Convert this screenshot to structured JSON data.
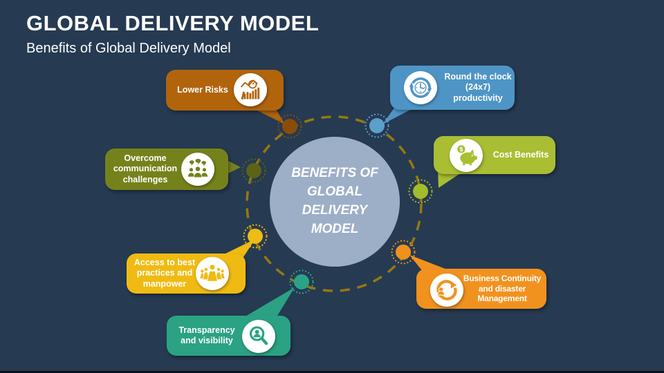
{
  "slide": {
    "title": "GLOBAL DELIVERY MODEL",
    "subtitle": "Benefits of Global Delivery Model",
    "background_color": "#263A52",
    "bottom_edge_color": "#0B1018"
  },
  "center": {
    "lines": [
      "BENEFITS OF",
      "GLOBAL",
      "DELIVERY",
      "MODEL"
    ],
    "circle_color": "#9DAEC7",
    "text_color": "#FFFFFF"
  },
  "ring": {
    "color": "#96790F"
  },
  "callouts": [
    {
      "id": "lower-risks",
      "label": "Lower Risks",
      "color": "#B2640D",
      "dot_color": "#8A4D07",
      "icon": "chart-analysis-icon"
    },
    {
      "id": "round-the-clock",
      "label": "Round the clock (24x7) productivity",
      "color": "#4E95C6",
      "dot_color": "#5B9FCB",
      "icon": "clock-sync-icon"
    },
    {
      "id": "overcome-communication",
      "label": "Overcome communication challenges",
      "color": "#75821C",
      "dot_color": "#5A6414",
      "icon": "communication-icon"
    },
    {
      "id": "cost-benefits",
      "label": "Cost Benefits",
      "color": "#A9BE33",
      "dot_color": "#A3BC2B",
      "icon": "piggy-bank-icon",
      "coin_symbol": "$"
    },
    {
      "id": "access-best-practices",
      "label": "Access to best practices and manpower",
      "color": "#EFBB13",
      "dot_color": "#EFBC13",
      "icon": "team-icon"
    },
    {
      "id": "business-continuity",
      "label": "Business Continuity and disaster Management",
      "color": "#F2921E",
      "dot_color": "#F0911C",
      "icon": "continuity-icon"
    },
    {
      "id": "transparency",
      "label": "Transparency and visibility",
      "color": "#2BA284",
      "dot_color": "#2AA486",
      "icon": "search-person-icon"
    }
  ]
}
